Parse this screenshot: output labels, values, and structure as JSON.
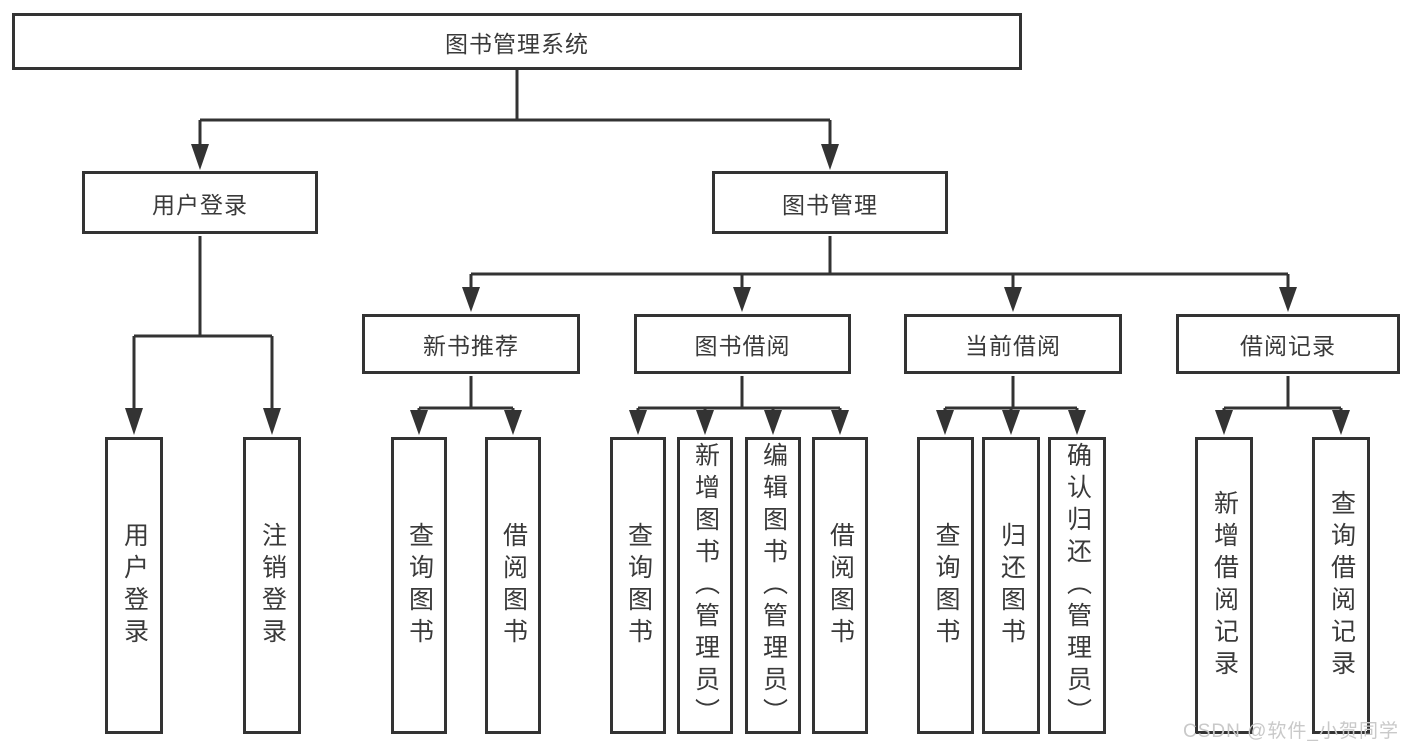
{
  "diagram": {
    "type": "hierarchy-tree",
    "colors": {
      "line": "#333333",
      "box_border": "#333333",
      "box_background": "#ffffff",
      "text": "#3a3a3a",
      "watermark": "#c9c9c9",
      "background": "#ffffff"
    },
    "nodes": {
      "root": "图书管理系统",
      "userLogin": "用户登录",
      "bookMgmt": "图书管理",
      "newBookRec": "新书推荐",
      "bookBorrow": "图书借阅",
      "currentBorrow": "当前借阅",
      "borrowRecord": "借阅记录",
      "leafUserLogin": "用户登录",
      "leafLogout": "注销登录",
      "nbrQuery": "查询图书",
      "nbrBorrow": "借阅图书",
      "bbQuery": "查询图书",
      "bbAdd": "新增图书（管理员）",
      "bbEdit": "编辑图书（管理员）",
      "bbBorrow": "借阅图书",
      "cbQuery": "查询图书",
      "cbReturn": "归还图书",
      "cbConfirm": "确认归还（管理员）",
      "brAdd": "新增借阅记录",
      "brQuery": "查询借阅记录"
    },
    "edges": [
      [
        "图书管理系统",
        "用户登录"
      ],
      [
        "图书管理系统",
        "图书管理"
      ],
      [
        "用户登录",
        "用户登录"
      ],
      [
        "用户登录",
        "注销登录"
      ],
      [
        "图书管理",
        "新书推荐"
      ],
      [
        "图书管理",
        "图书借阅"
      ],
      [
        "图书管理",
        "当前借阅"
      ],
      [
        "图书管理",
        "借阅记录"
      ],
      [
        "新书推荐",
        "查询图书"
      ],
      [
        "新书推荐",
        "借阅图书"
      ],
      [
        "图书借阅",
        "查询图书"
      ],
      [
        "图书借阅",
        "新增图书（管理员）"
      ],
      [
        "图书借阅",
        "编辑图书（管理员）"
      ],
      [
        "图书借阅",
        "借阅图书"
      ],
      [
        "当前借阅",
        "查询图书"
      ],
      [
        "当前借阅",
        "归还图书"
      ],
      [
        "当前借阅",
        "确认归还（管理员）"
      ],
      [
        "借阅记录",
        "新增借阅记录"
      ],
      [
        "借阅记录",
        "查询借阅记录"
      ]
    ],
    "watermark": "CSDN @软件_小贺同学"
  }
}
